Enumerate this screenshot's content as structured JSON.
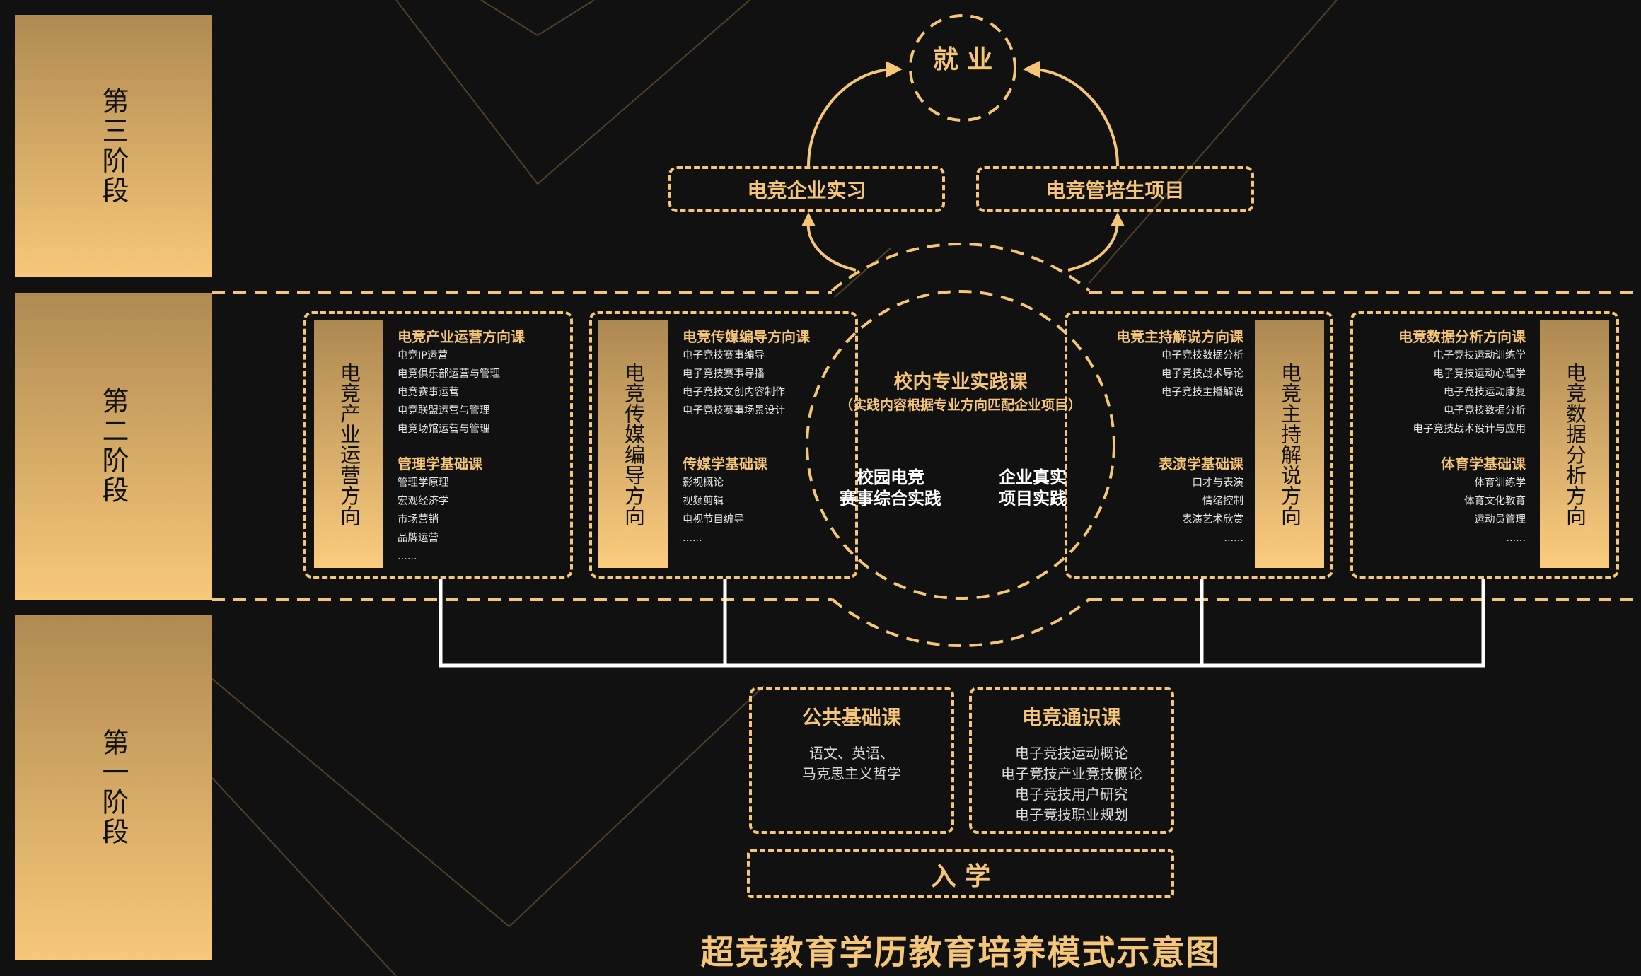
{
  "stages": {
    "third": "第三阶段",
    "second": "第二阶段",
    "first": "第一阶段"
  },
  "top": {
    "employment": "就 业",
    "internship": "电竞企业实习",
    "trainee": "电竞管培生项目"
  },
  "center": {
    "title": "校内专业实践课",
    "subtitle": "（实践内容根据专业方向匹配企业项目）",
    "left_line1": "校园电竞",
    "left_line2": "赛事综合实践",
    "right_line1": "企业真实",
    "right_line2": "项目实践"
  },
  "modules": [
    {
      "tab": "电竞产业运营方向",
      "title": "电竞产业运营方向课",
      "items": [
        "电竞IP运营",
        "电竞俱乐部运营与管理",
        "电竞赛事运营",
        "电竞联盟运营与管理",
        "电竞场馆运营与管理"
      ],
      "base_title": "管理学基础课",
      "base_items": [
        "管理学原理",
        "宏观经济学",
        "市场营销",
        "品牌运营",
        "......"
      ]
    },
    {
      "tab": "电竞传媒编导方向",
      "title": "电竞传媒编导方向课",
      "items": [
        "电子竞技赛事编导",
        "电子竞技赛事导播",
        "电子竞技文创内容制作",
        "电子竞技赛事场景设计"
      ],
      "base_title": "传媒学基础课",
      "base_items": [
        "影视概论",
        "视频剪辑",
        "电视节目编导",
        "......"
      ]
    },
    {
      "tab": "电竞主持解说方向",
      "title": "电竞主持解说方向课",
      "items": [
        "电子竞技数据分析",
        "电子竞技战术导论",
        "电子竞技主播解说"
      ],
      "base_title": "表演学基础课",
      "base_items": [
        "口才与表演",
        "情绪控制",
        "表演艺术欣赏",
        "......"
      ]
    },
    {
      "tab": "电竞数据分析方向",
      "title": "电竞数据分析方向课",
      "items": [
        "电子竞技运动训练学",
        "电子竞技运动心理学",
        "电子竞技运动康复",
        "电子竞技数据分析",
        "电子竞技战术设计与应用"
      ],
      "base_title": "体育学基础课",
      "base_items": [
        "体育训练学",
        "体育文化教育",
        "运动员管理",
        "......"
      ]
    }
  ],
  "foundation": {
    "public_title": "公共基础课",
    "public_items": [
      "语文、英语、",
      "马克思主义哲学"
    ],
    "general_title": "电竞通识课",
    "general_items": [
      "电子竞技运动概论",
      "电子竞技产业竞技概论",
      "电子竞技用户研究",
      "电子竞技职业规划"
    ]
  },
  "enrollment": "入 学",
  "title": "超竞教育学历教育培养模式示意图",
  "colors": {
    "gold": "#f6c678",
    "background": "#111111"
  }
}
